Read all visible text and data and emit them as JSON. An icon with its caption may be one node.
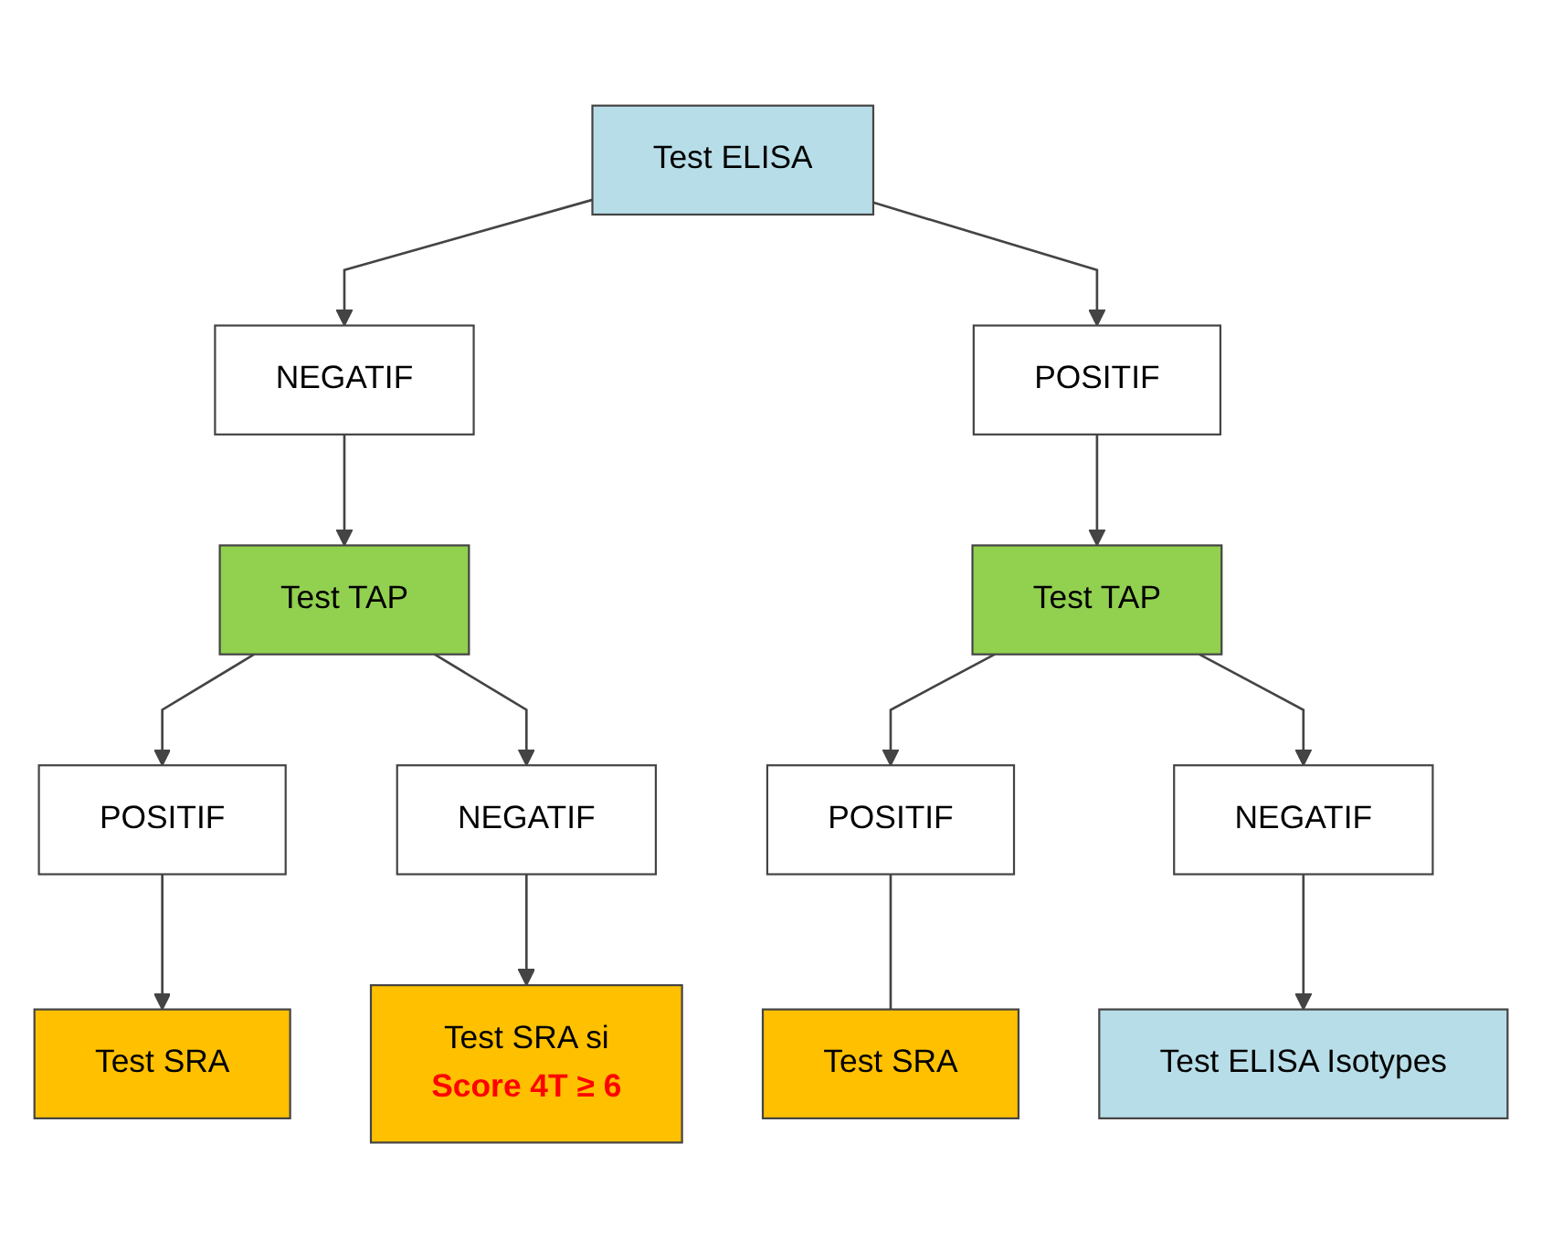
{
  "diagram": {
    "nodes": [
      {
        "text": [
          "Test ELISA"
        ]
      },
      {
        "text": [
          "NEGATIF"
        ]
      },
      {
        "text": [
          "POSITIF"
        ]
      },
      {
        "text": [
          "Test TAP"
        ]
      },
      {
        "text": [
          "Test TAP"
        ]
      },
      {
        "text": [
          "POSITIF"
        ]
      },
      {
        "text": [
          "NEGATIF"
        ]
      },
      {
        "text": [
          "POSITIF"
        ]
      },
      {
        "text": [
          "NEGATIF"
        ]
      },
      {
        "text": [
          "Test SRA"
        ]
      },
      {
        "text": [
          "Test SRA si",
          "Score 4T ≥ 6"
        ]
      },
      {
        "text": [
          "Test SRA"
        ]
      },
      {
        "text": [
          "Test ELISA Isotypes"
        ]
      }
    ],
    "edges": [
      {
        "from": 0,
        "to": 1,
        "arrow": "to"
      },
      {
        "from": 0,
        "to": 2,
        "arrow": "to"
      },
      {
        "from": 1,
        "to": 3,
        "arrow": "to"
      },
      {
        "from": 2,
        "to": 4,
        "arrow": "to"
      },
      {
        "from": 3,
        "to": 5,
        "arrow": "to"
      },
      {
        "from": 3,
        "to": 6,
        "arrow": "to"
      },
      {
        "from": 4,
        "to": 7,
        "arrow": "to"
      },
      {
        "from": 4,
        "to": 8,
        "arrow": "to"
      },
      {
        "from": 5,
        "to": 9,
        "arrow": "to"
      },
      {
        "from": 6,
        "to": 10,
        "arrow": "to"
      },
      {
        "from": 7,
        "to": 11,
        "arrow": "none"
      },
      {
        "from": 8,
        "to": 12,
        "arrow": "to"
      }
    ]
  }
}
